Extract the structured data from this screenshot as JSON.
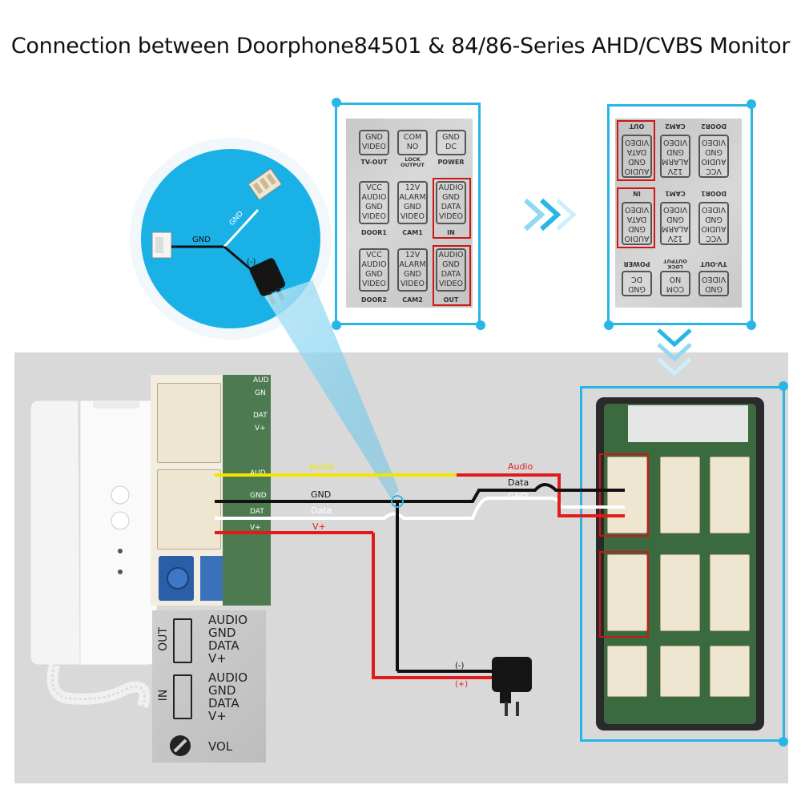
{
  "title": "Connection between Doorphone84501 & 84/86-Series AHD/CVBS Monitor",
  "colors": {
    "accent": "#29b6e6",
    "highlight": "#d01515",
    "audio": "#f2e600",
    "vplus": "#e11b1b"
  },
  "zoom": {
    "gnd_label_diag": "GND",
    "gnd_label": "GND",
    "minus_label": "(-)"
  },
  "panel_front": {
    "row1": [
      [
        "GND",
        "VIDEO"
      ],
      [
        "COM",
        "NO"
      ],
      [
        "GND",
        "DC"
      ]
    ],
    "row1_labels": [
      "TV-OUT",
      "LOCK OUTPUT",
      "POWER"
    ],
    "row2": [
      [
        "VCC",
        "AUDIO",
        "GND",
        "VIDEO"
      ],
      [
        "12V",
        "ALARM",
        "GND",
        "VIDEO"
      ],
      [
        "AUDIO",
        "GND",
        "DATA",
        "VIDEO"
      ]
    ],
    "row2_labels": [
      "DOOR1",
      "CAM1",
      "IN"
    ],
    "row3": [
      [
        "VCC",
        "AUDIO",
        "GND",
        "VIDEO"
      ],
      [
        "12V",
        "ALARM",
        "GND",
        "VIDEO"
      ],
      [
        "AUDIO",
        "GND",
        "DATA",
        "VIDEO"
      ]
    ],
    "row3_labels": [
      "DOOR2",
      "CAM2",
      "OUT"
    ]
  },
  "wires": {
    "left_audio": "Audio",
    "left_gnd": "GND",
    "left_data": "Data",
    "left_vplus": "V+",
    "right_audio": "Audio",
    "right_data": "Data",
    "right_gnd": "GND",
    "psu_minus": "(-)",
    "psu_plus": "(+)"
  },
  "sticker": {
    "out": "OUT",
    "in": "IN",
    "out_lines": [
      "AUDIO",
      "GND",
      "DATA",
      "V+"
    ],
    "in_lines": [
      "AUDIO",
      "GND",
      "DATA",
      "V+"
    ],
    "vol": "VOL"
  },
  "pcb_left_labels": [
    "AUD",
    "GN",
    "DAT",
    "V+",
    "AUD",
    "GND",
    "DAT",
    "V+"
  ]
}
